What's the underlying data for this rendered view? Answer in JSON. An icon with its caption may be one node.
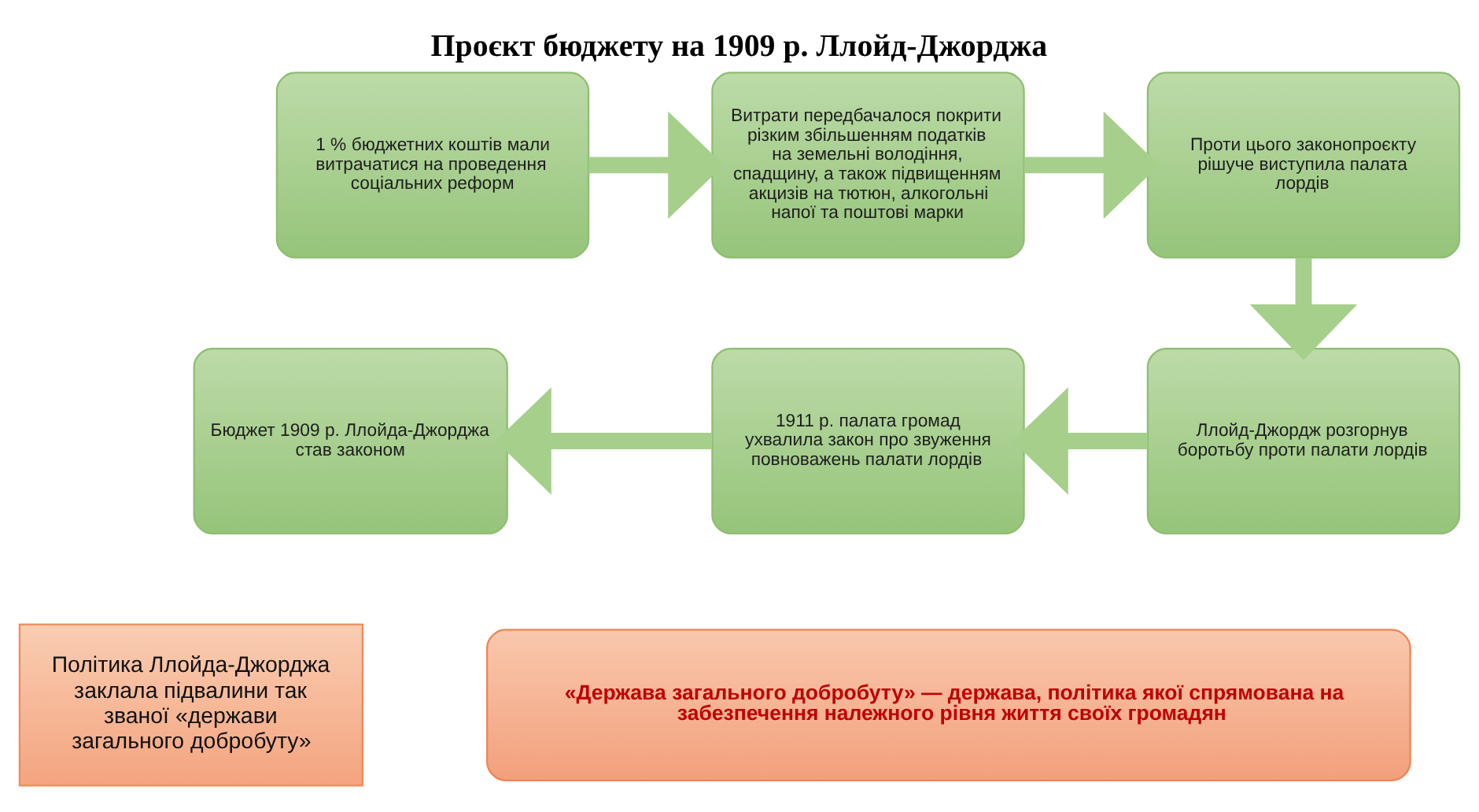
{
  "diagram": {
    "title": "Проєкт бюджету на 1909 р. Ллойд-Джорджа",
    "nodes": [
      {
        "text": [
          "1 % бюджетних коштів мали витрачатися на проведення соціальних реформ"
        ]
      },
      {
        "text": [
          "Витрати передбачалося покрити різким збільшенням податків на земельні володіння, спадщину, а також підвищенням акцизів на тютюн, алкогольні напої та поштові марки"
        ]
      },
      {
        "text": [
          "Проти цього законопроєкту рішуче виступила палата лордів"
        ]
      },
      {
        "text": [
          "Ллойд-Джордж розгорнув боротьбу проти палати лордів"
        ]
      },
      {
        "text": [
          "1911 р. палата громад ухвалила закон про звуження повноважень палати лордів"
        ]
      },
      {
        "text": [
          "Бюджет 1909 р. Ллойда-Джорджа став законом"
        ]
      },
      {
        "text": [
          "Політика Ллойда-Джорджа заклала підвалини так званої «держави загального добробуту»"
        ]
      },
      {
        "text": [
          "«Держава загального добробуту» — держава, політика якої спрямована на забезпечення належного рівня життя своїх громадян"
        ]
      }
    ],
    "edges": [
      {
        "from": 0,
        "to": 1,
        "arrow": "to"
      },
      {
        "from": 1,
        "to": 2,
        "arrow": "to"
      },
      {
        "from": 2,
        "to": 3,
        "arrow": "to"
      },
      {
        "from": 3,
        "to": 4,
        "arrow": "to"
      },
      {
        "from": 4,
        "to": 5,
        "arrow": "to"
      }
    ]
  }
}
